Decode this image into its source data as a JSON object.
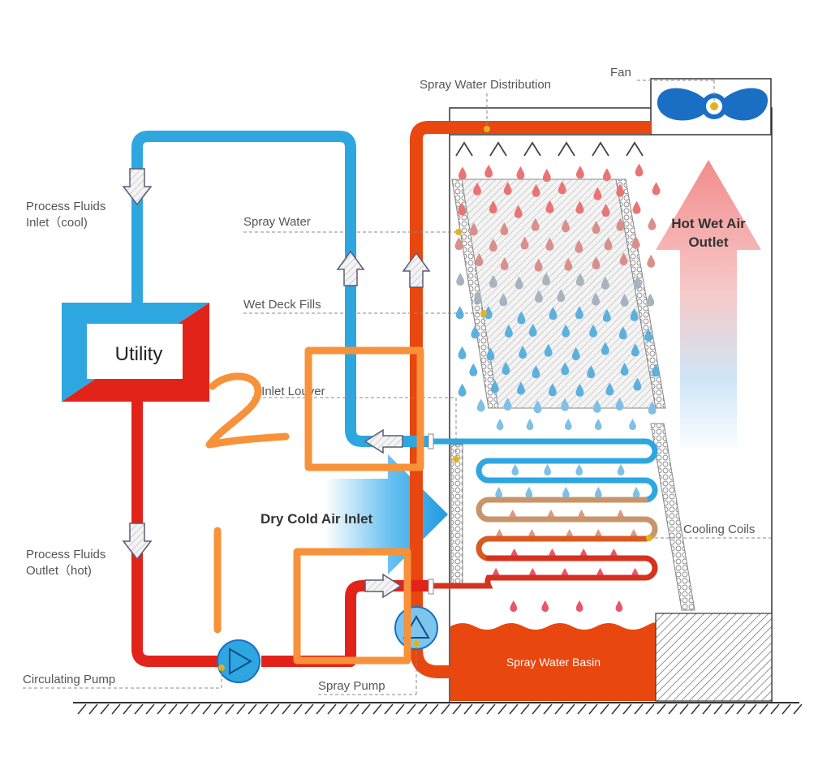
{
  "labels": {
    "spray_water_distribution": "Spray Water Distribution",
    "fan": "Fan",
    "process_fluids_inlet_line1": "Process Fluids",
    "process_fluids_inlet_line2": "Inlet（cool)",
    "spray_water": "Spray Water",
    "hot_wet_air_line1": "Hot Wet Air",
    "hot_wet_air_line2": "Outlet",
    "wet_deck_fills": "Wet Deck Fills",
    "utility": "Utility",
    "air_inlet_louver": "r Inlet Louver",
    "dry_cold_air_inlet": "Dry Cold Air Inlet",
    "cooling_coils": "Cooling Coils",
    "process_fluids_outlet_line1": "Process Fluids",
    "process_fluids_outlet_line2": "Outlet（hot)",
    "spray_water_basin": "Spray Water Basin",
    "circulating_pump": "Circulating Pump",
    "spray_pump": "Spray Pump"
  },
  "annotations": {
    "marker_top": "2",
    "marker_bottom": "1"
  },
  "colors": {
    "cool_pipe": "#2ea6e0",
    "hot_pipe": "#e2231a",
    "spray_pipe": "#e8470f",
    "basin": "#e8470f",
    "highlight_box": "#f7923a",
    "fan_blue": "#1a6fc4",
    "coil_hot": "#d95a1e",
    "coil_warm": "#e07b3a"
  },
  "icons": {
    "fan": "fan-icon",
    "pump": "pump-icon",
    "flow_arrow": "hollow-flow-arrow"
  }
}
